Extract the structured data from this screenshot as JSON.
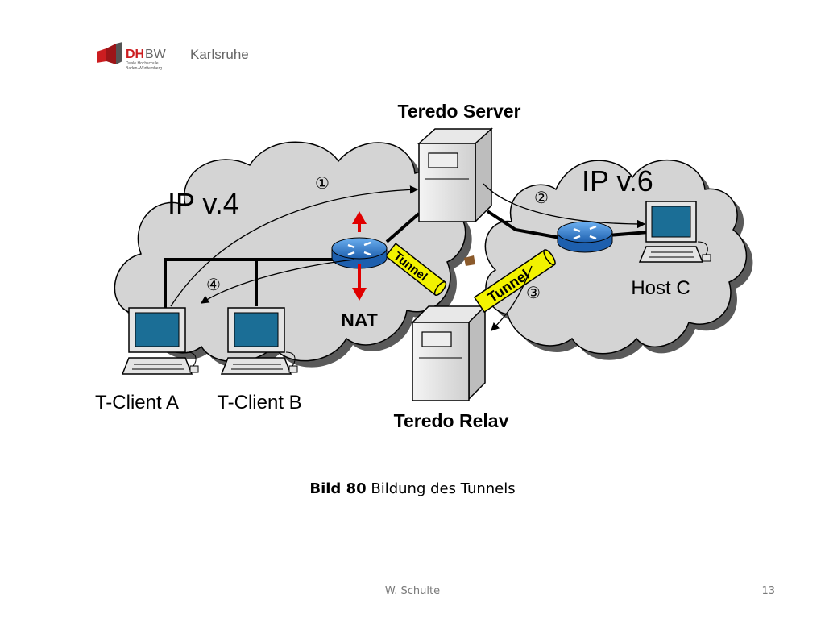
{
  "logo": {
    "brand_dh": "DH",
    "brand_bw": "BW",
    "subline1": "Duale Hochschule",
    "subline2": "Baden-Württemberg",
    "city": "Karlsruhe",
    "brand_color": "#cc1d20"
  },
  "diagram": {
    "teredo_server": "Teredo Server",
    "teredo_relay": "Teredo Relay",
    "ipv4": "IP v.4",
    "ipv6": "IP v.6",
    "nat": "NAT",
    "client_a": "T-Client A",
    "client_b": "T-Client B",
    "host_c": "Host C",
    "tunnel1": "Tunnel",
    "tunnel2": "Tunnel",
    "step1": "①",
    "step2": "②",
    "step3": "③",
    "step4": "④",
    "colors": {
      "cloud": "#d4d4d4",
      "router": "#2f7fd0",
      "tunnel": "#f2f200",
      "nat_arrow": "#e00000",
      "monitor_screen": "#1b6e96"
    }
  },
  "caption": {
    "bold": "Bild 80",
    "text": " Bildung des Tunnels"
  },
  "footer": {
    "author": "W. Schulte",
    "page": "13"
  }
}
